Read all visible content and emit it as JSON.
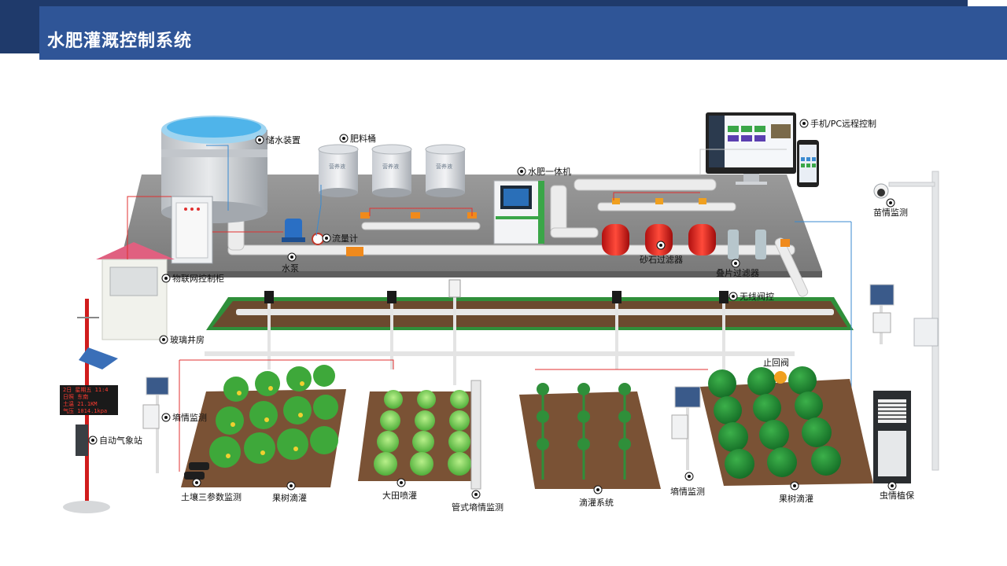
{
  "header": {
    "title": "水肥灌溉控制系统"
  },
  "labels": {
    "water_storage": "储水装置",
    "fertilizer_bucket": "肥料桶",
    "integrated_machine": "水肥一体机",
    "remote_control": "手机/PC远程控制",
    "seedling_monitor": "苗情监测",
    "flow_meter": "流量计",
    "water_pump": "水泵",
    "iot_cabinet": "物联网控制柜",
    "sand_filter": "砂石过滤器",
    "disc_filter": "叠片过滤器",
    "wireless_valve": "无线阀控",
    "glass_well": "玻璃井房",
    "check_valve": "止回阀",
    "soil_moisture_left": "墒情监测",
    "weather_station": "自动气象站",
    "soil_three_param": "土壤三参数监测",
    "orchard_drip_left": "果树滴灌",
    "field_sprinkler": "大田喷灌",
    "tube_moisture": "管式墒情监测",
    "drip_system": "滴灌系统",
    "soil_moisture_right": "墒情监测",
    "orchard_drip_right": "果树滴灌",
    "pest_control": "虫情植保"
  },
  "tank_text": "营养液",
  "weather_panel": {
    "lines": [
      "2日 星期五 11:4",
      "日照 东南",
      "土温 21.1KM",
      "气压 1014.1kpa"
    ]
  },
  "colors": {
    "header": "#2f5597",
    "header_dark": "#1f3a6b",
    "platform": "#8a8a8a",
    "soil": "#6b4a2f",
    "trench_border": "#2f8f3a",
    "signal_red": "#e03030",
    "signal_blue": "#3a8ad0",
    "filter_red": "#e0221c",
    "machine_green": "#3aa648"
  }
}
